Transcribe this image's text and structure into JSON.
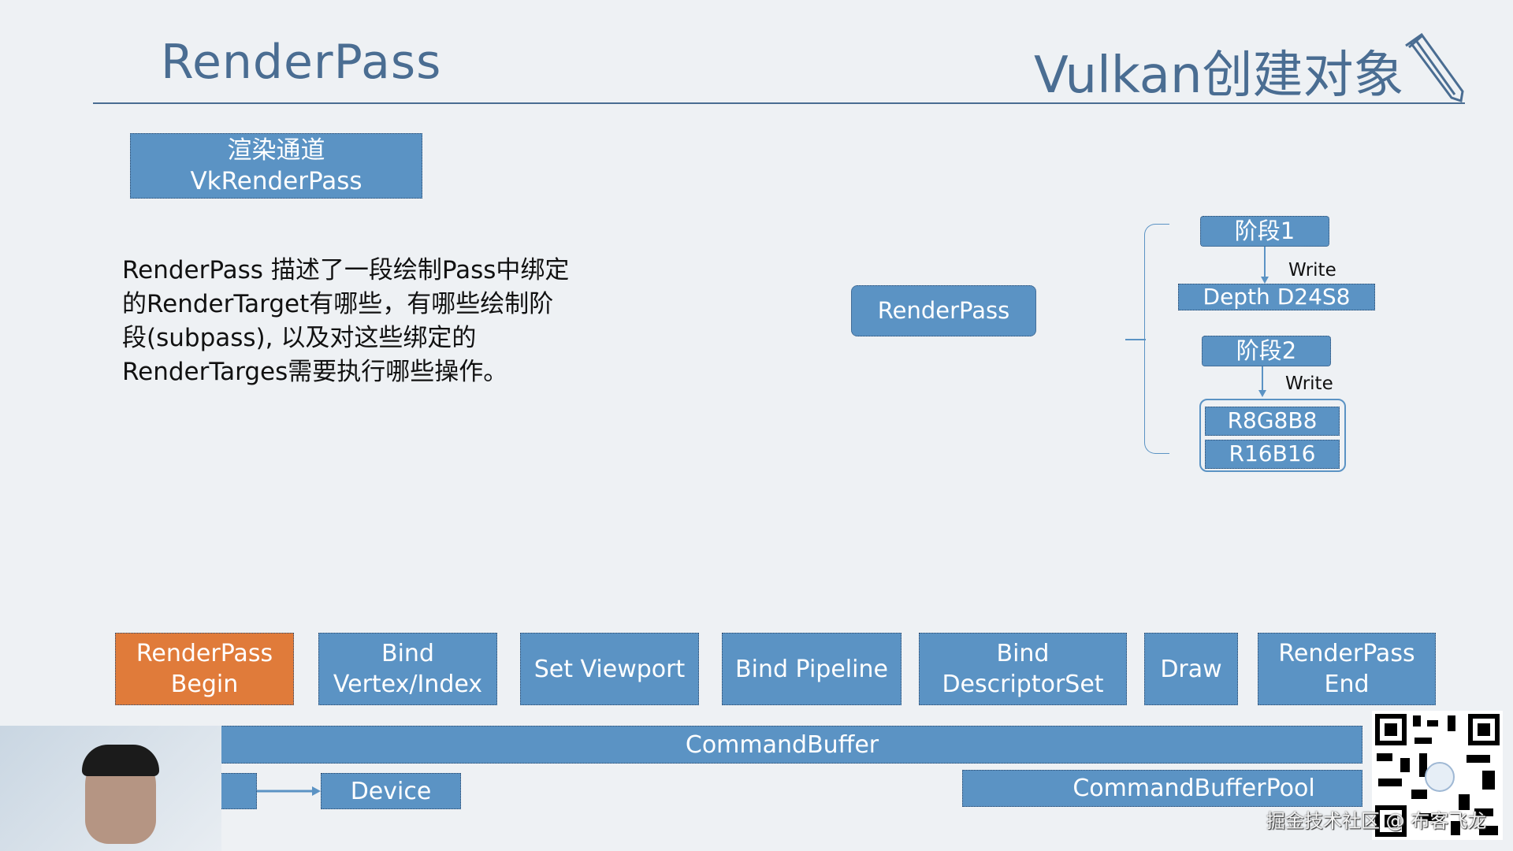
{
  "header": {
    "title": "RenderPass",
    "course_title": "Vulkan创建对象",
    "course_icon": "pencil-icon"
  },
  "intro_box": {
    "line1": "渲染通道",
    "line2": "VkRenderPass"
  },
  "description": [
    "RenderPass 描述了一段绘制Pass中绑定",
    "的RenderTarget有哪些，有哪些绘制阶",
    "段(subpass), 以及对这些绑定的",
    "RenderTarges需要执行哪些操作。"
  ],
  "diagram": {
    "root": "RenderPass",
    "stage1": "阶段1",
    "write1": "Write",
    "depth": "Depth D24S8",
    "stage2": "阶段2",
    "write2": "Write",
    "targets": [
      "R8G8B8",
      "R16B16"
    ]
  },
  "commands": [
    {
      "line1": "RenderPass",
      "line2": "Begin"
    },
    {
      "line1": "Bind",
      "line2": "Vertex/Index"
    },
    {
      "line1": "Set Viewport",
      "line2": ""
    },
    {
      "line1": "Bind Pipeline",
      "line2": ""
    },
    {
      "line1": "Bind",
      "line2": "DescriptorSet"
    },
    {
      "line1": "Draw",
      "line2": ""
    },
    {
      "line1": "RenderPass",
      "line2": "End"
    }
  ],
  "command_buffer": "CommandBuffer",
  "device": "Device",
  "command_buffer_pool": "CommandBufferPool",
  "watermark": "掘金技术社区 @ 布客飞龙",
  "colors": {
    "box": "#5b93c4",
    "active": "#e07b3a",
    "title": "#4a6d92",
    "background": "#eef1f4"
  }
}
